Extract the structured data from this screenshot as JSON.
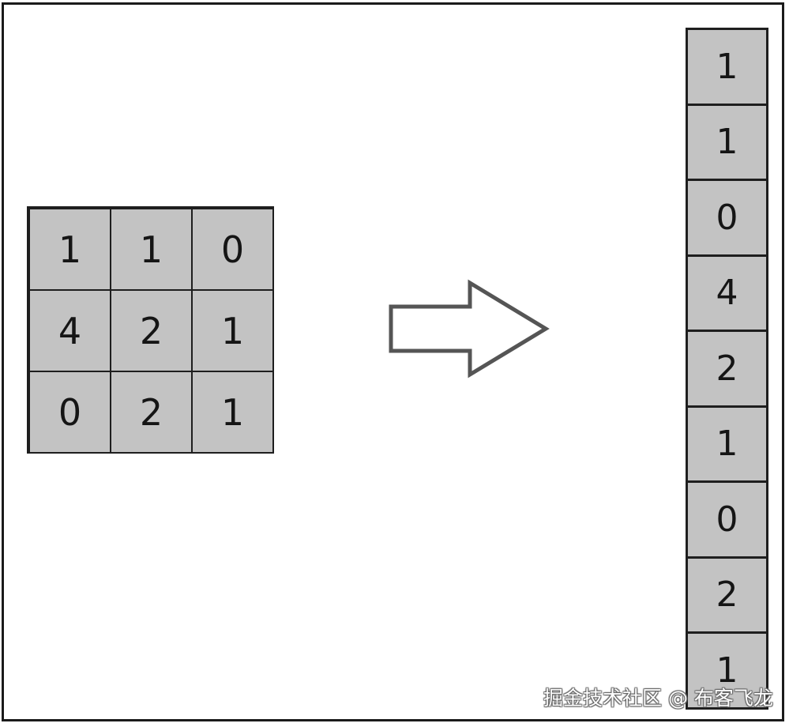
{
  "diagram": {
    "description": "Flattening a 3x3 matrix into a 9x1 column vector",
    "matrix": [
      [
        "1",
        "1",
        "0"
      ],
      [
        "4",
        "2",
        "1"
      ],
      [
        "0",
        "2",
        "1"
      ]
    ],
    "arrow": {
      "icon": "right-arrow-outline-icon",
      "stroke_color": "#555555"
    },
    "vector": [
      "1",
      "1",
      "0",
      "4",
      "2",
      "1",
      "0",
      "2",
      "1"
    ],
    "colors": {
      "cell_fill": "#c3c3c3",
      "border": "#1e1e1e",
      "background": "#ffffff"
    }
  },
  "watermark": {
    "text": "掘金技术社区 @ 布客飞龙"
  }
}
